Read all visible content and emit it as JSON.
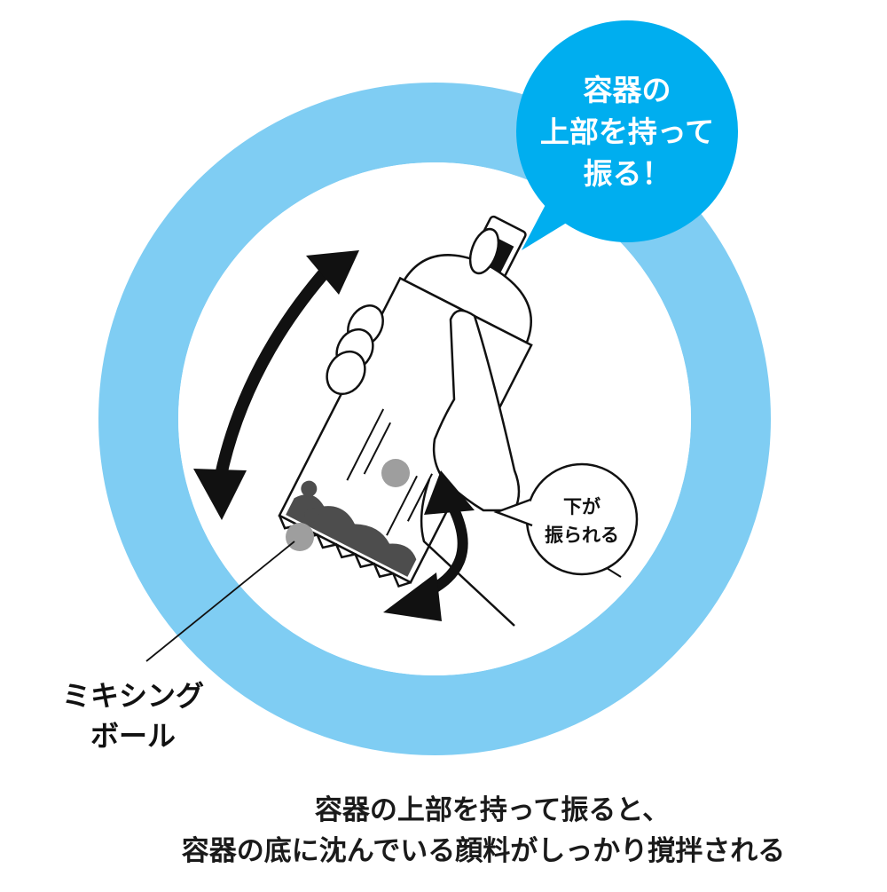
{
  "bubble_main": {
    "lines": [
      "容器の",
      "上部を持って",
      "振る！"
    ],
    "color": "#00aeef"
  },
  "bubble_small": {
    "lines": [
      "下が",
      "振られる"
    ]
  },
  "ring_color": "#7fcdf3",
  "label_ball": {
    "lines": [
      "ミキシング",
      "ボール"
    ]
  },
  "caption": {
    "line1": "容器の上部を持って振ると、",
    "line2": "容器の底に沈んでいる顔料がしっかり撹拌される"
  },
  "icons": [
    "double-arrow-icon",
    "curved-arrow-icon",
    "spray-can-icon",
    "hand-icon",
    "mixing-ball-icon"
  ]
}
